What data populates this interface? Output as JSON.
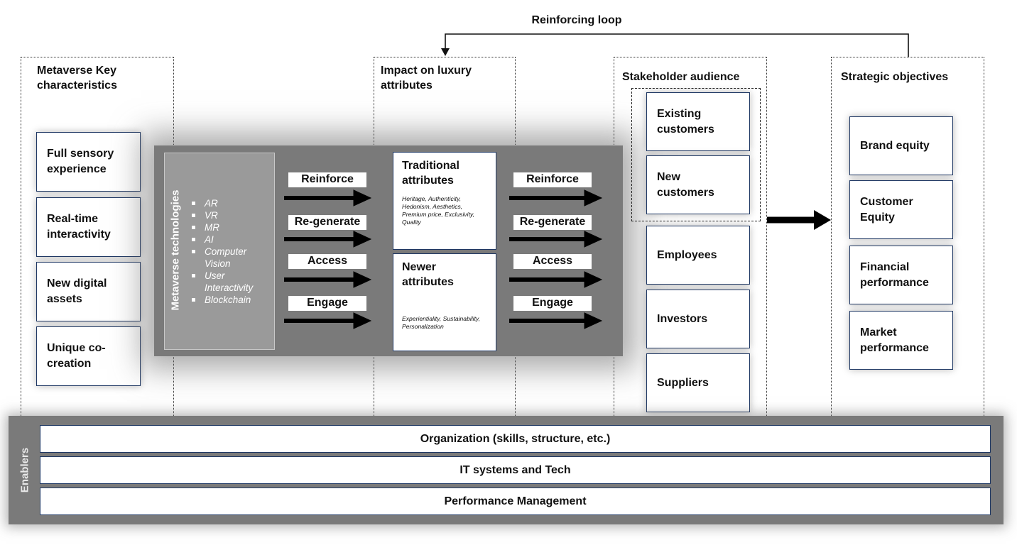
{
  "loop_label": "Reinforcing loop",
  "columns": {
    "characteristics": {
      "title": "Metaverse Key characteristics",
      "items": [
        "Full sensory experience",
        "Real-time interactivity",
        "New digital assets",
        "Unique co-creation"
      ]
    },
    "impact": {
      "title": "Impact on luxury attributes"
    },
    "stakeholders": {
      "title": "Stakeholder audience",
      "items": [
        "Existing customers",
        "New customers",
        "Employees",
        "Investors",
        "Suppliers"
      ]
    },
    "objectives": {
      "title": "Strategic objectives",
      "items": [
        "Brand equity",
        "Customer Equity",
        "Financial performance",
        "Market performance"
      ]
    }
  },
  "technologies": {
    "label": "Metaverse technologies",
    "items": [
      "AR",
      "VR",
      "MR",
      "AI",
      "Computer Vision",
      "User Interactivity",
      "Blockchain"
    ]
  },
  "actions": [
    "Reinforce",
    "Re-generate",
    "Access",
    "Engage"
  ],
  "attributes": {
    "traditional": {
      "title": "Traditional attributes",
      "detail": "Heritage, Authenticity, Hedonism, Aesthetics, Premium price, Exclusivity, Quality"
    },
    "newer": {
      "title": "Newer attributes",
      "detail": "Experientiality, Sustainability, Personalization"
    }
  },
  "enablers": {
    "label": "Enablers",
    "items": [
      "Organization (skills, structure, etc.)",
      "IT systems and Tech",
      "Performance Management"
    ]
  }
}
